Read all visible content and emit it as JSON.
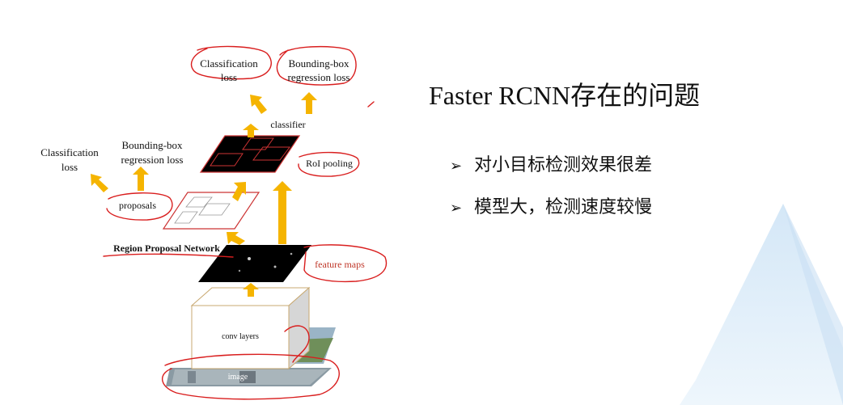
{
  "title": "Faster RCNN存在的问题",
  "bullets": [
    {
      "mark": "➢",
      "text": "对小目标检测效果很差"
    },
    {
      "mark": "➢",
      "text": "模型大，检测速度较慢"
    }
  ],
  "diagram": {
    "cls_loss_top_1": "Classification",
    "cls_loss_top_2": "loss",
    "bbox_loss_top_1": "Bounding-box",
    "bbox_loss_top_2": "regression loss",
    "classifier": "classifier",
    "roi_pooling": "RoI pooling",
    "cls_loss_left_1": "Classification",
    "cls_loss_left_2": "loss",
    "bbox_loss_left_1": "Bounding-box",
    "bbox_loss_left_2": "regression loss",
    "proposals": "proposals",
    "rpn": "Region Proposal Network",
    "feature_maps": "feature maps",
    "conv_layers": "conv layers",
    "image": "image"
  },
  "colors": {
    "arrow": "#f5b400",
    "annotation": "#d91e1e",
    "feature_map": "#000000",
    "triangle": "#dcebf8"
  }
}
